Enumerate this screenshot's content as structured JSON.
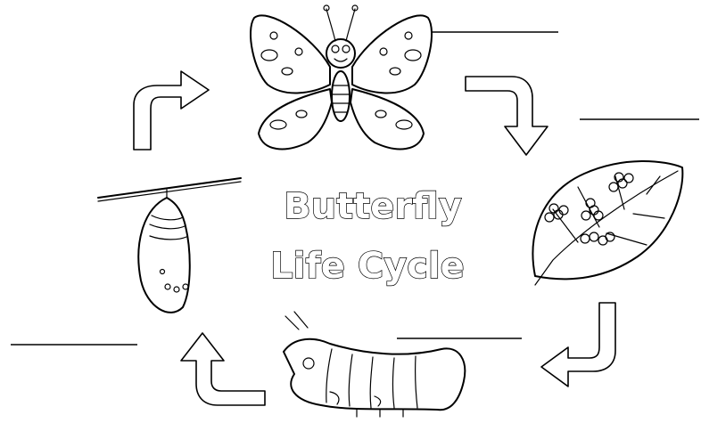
{
  "title": {
    "line1": "Butterfly",
    "line2": "Life Cycle"
  },
  "stages": [
    {
      "id": "adult",
      "icon": "butterfly-icon"
    },
    {
      "id": "egg",
      "icon": "leaf-with-eggs-icon"
    },
    {
      "id": "larva",
      "icon": "caterpillar-icon"
    },
    {
      "id": "pupa",
      "icon": "chrysalis-icon"
    }
  ],
  "answer_blanks": [
    {
      "stage": "adult",
      "value": ""
    },
    {
      "stage": "egg",
      "value": ""
    },
    {
      "stage": "larva",
      "value": ""
    },
    {
      "stage": "pupa",
      "value": ""
    }
  ],
  "arrow_direction": "clockwise"
}
